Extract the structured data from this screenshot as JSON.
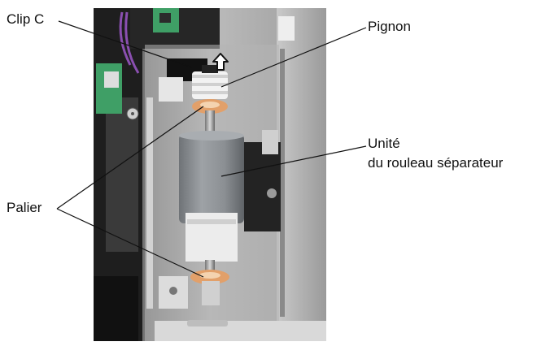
{
  "labels": {
    "clip": "Clip C",
    "pignon": "Pignon",
    "unite_line1": "Unité",
    "unite_line2": "du rouleau séparateur",
    "palier": "Palier"
  },
  "colors": {
    "frame_dark": "#1e1e1e",
    "metal_light": "#bdbdbd",
    "metal_mid": "#9a9a9a",
    "roller_gray": "#8e9296",
    "bearing_orange": "#e2a06a",
    "gear_white": "#f2f2f2",
    "pcb_green": "#3f9f66",
    "wire_purple": "#8a4fb0",
    "leader_line": "#111111"
  },
  "icons": {
    "arrow": "up-arrow-icon"
  }
}
